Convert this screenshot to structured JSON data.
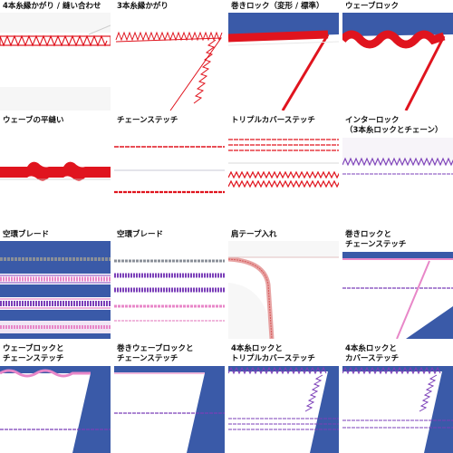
{
  "colors": {
    "red": "#e0141e",
    "purple": "#7b3fb8",
    "pink": "#e887c8",
    "blue_bg": "#3a5aa8",
    "gray": "#8a8f98"
  },
  "cells": [
    {
      "l1": "4本糸縁かがり / 縫い合わせ",
      "l2": ""
    },
    {
      "l1": "3本糸縁かがり",
      "l2": ""
    },
    {
      "l1": "巻きロック（変形 / 標準）",
      "l2": ""
    },
    {
      "l1": "ウェーブロック",
      "l2": ""
    },
    {
      "l1": "ウェーブの平縫い",
      "l2": ""
    },
    {
      "l1": "チェーンステッチ",
      "l2": ""
    },
    {
      "l1": "トリプルカバーステッチ",
      "l2": ""
    },
    {
      "l1": "インターロック",
      "l2": "（3本糸ロックとチェーン）"
    },
    {
      "l1": "空環ブレード",
      "l2": ""
    },
    {
      "l1": "空環ブレード",
      "l2": ""
    },
    {
      "l1": "肩テープ入れ",
      "l2": ""
    },
    {
      "l1": "巻きロックと",
      "l2": "チェーンステッチ"
    },
    {
      "l1": "ウェーブロックと",
      "l2": "チェーンステッチ"
    },
    {
      "l1": "巻きウェーブロックと",
      "l2": "チェーンステッチ"
    },
    {
      "l1": "4本糸ロックと",
      "l2": "トリプルカバーステッチ"
    },
    {
      "l1": "4本糸ロックと",
      "l2": "カバーステッチ"
    }
  ]
}
